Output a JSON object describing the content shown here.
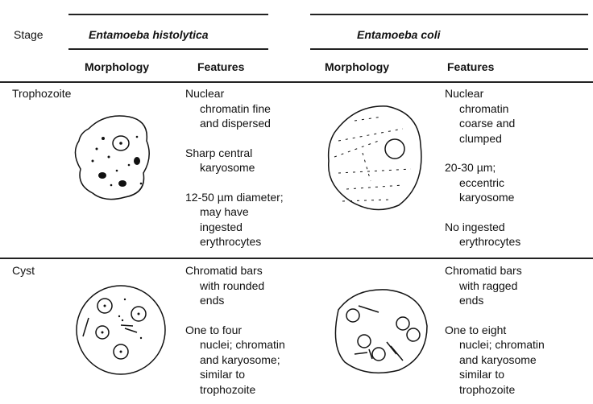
{
  "header": {
    "stage": "Stage",
    "species1": "Entamoeba histolytica",
    "species2": "Entamoeba coli",
    "morphology": "Morphology",
    "features": "Features"
  },
  "rows": [
    {
      "stage": "Trophozoite",
      "histolytica": [
        [
          "Nuclear",
          "chromatin fine",
          "and dispersed"
        ],
        [
          "Sharp central",
          "karyosome"
        ],
        [
          "12-50 µm diameter;",
          "may have",
          "ingested",
          "erythrocytes"
        ]
      ],
      "coli": [
        [
          "Nuclear",
          "chromatin",
          "coarse and",
          "clumped"
        ],
        [
          "20-30 µm;",
          "eccentric",
          "karyosome"
        ],
        [
          "No ingested",
          "erythrocytes"
        ]
      ]
    },
    {
      "stage": "Cyst",
      "histolytica": [
        [
          "Chromatid bars",
          "with rounded",
          "ends"
        ],
        [
          "One to four",
          "nuclei; chromatin",
          "and karyosome;",
          "similar to",
          "trophozoite"
        ]
      ],
      "coli": [
        [
          "Chromatid bars",
          "with ragged",
          "ends"
        ],
        [
          "One to eight",
          "nuclei; chromatin",
          "and karyosome",
          "similar to",
          "trophozoite"
        ]
      ]
    }
  ]
}
